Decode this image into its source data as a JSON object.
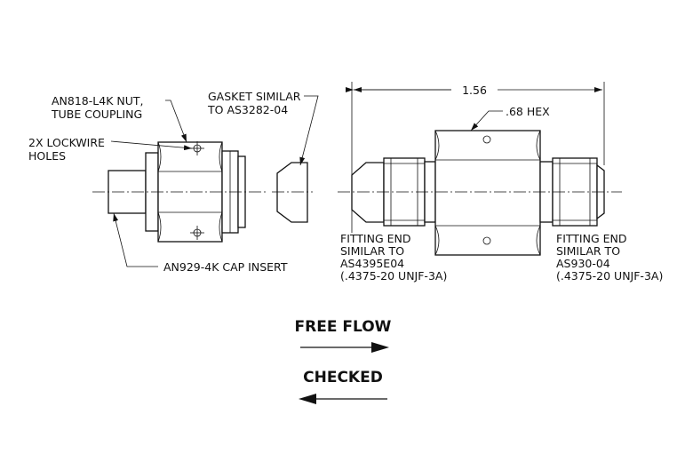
{
  "labels": {
    "nut_line1": "AN818-L4K NUT,",
    "nut_line2": "TUBE COUPLING",
    "lockwire_line1": "2X LOCKWIRE",
    "lockwire_line2": "HOLES",
    "cap_insert": "AN929-4K CAP INSERT",
    "gasket_line1": "GASKET SIMILAR",
    "gasket_line2": "TO AS3282-04",
    "length_dim": "1.56",
    "hex_dim": ".68 HEX",
    "left_end_line1": "FITTING END",
    "left_end_line2": "SIMILAR TO",
    "left_end_line3": "AS4395E04",
    "left_end_line4": "(.4375-20 UNJF-3A)",
    "right_end_line1": "FITTING END",
    "right_end_line2": "SIMILAR TO",
    "right_end_line3": "AS930-04",
    "right_end_line4": "(.4375-20 UNJF-3A)"
  },
  "flow": {
    "free_flow": "FREE FLOW",
    "checked": "CHECKED"
  }
}
